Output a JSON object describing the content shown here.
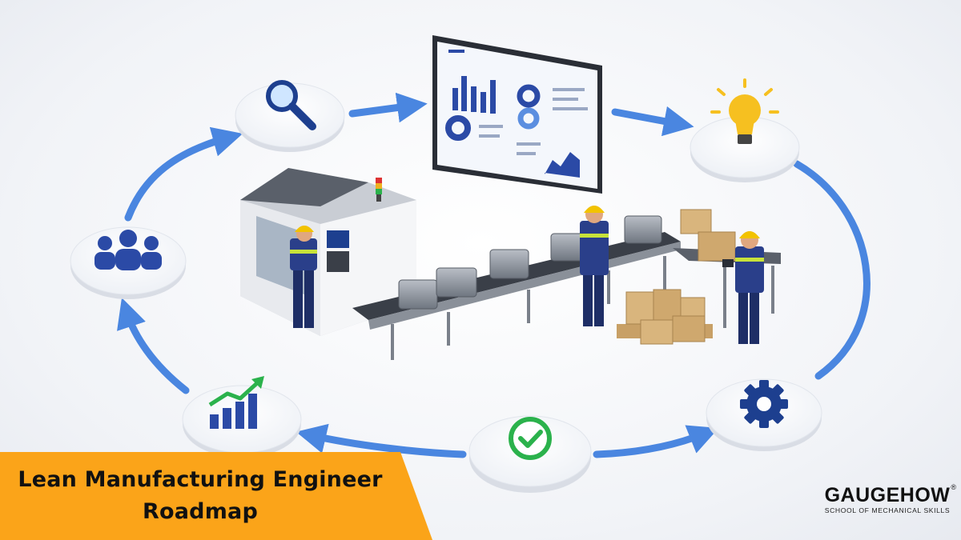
{
  "title": {
    "line1": "Lean Manufacturing Engineer",
    "line2": "Roadmap"
  },
  "brand": {
    "name": "GAUGEHOW",
    "registered": "®",
    "tagline": "SCHOOL OF MECHANICAL SKILLS"
  },
  "colors": {
    "banner": "#fba419",
    "arrow": "#4a86e0",
    "icon_blue": "#2b4aa6",
    "check_green": "#2bb24c",
    "bulb": "#f6c020"
  },
  "cycle_icons": [
    "magnifier-icon",
    "dashboard-screen",
    "lightbulb-icon",
    "gear-icon",
    "check-icon",
    "growth-chart-icon",
    "team-icon"
  ]
}
